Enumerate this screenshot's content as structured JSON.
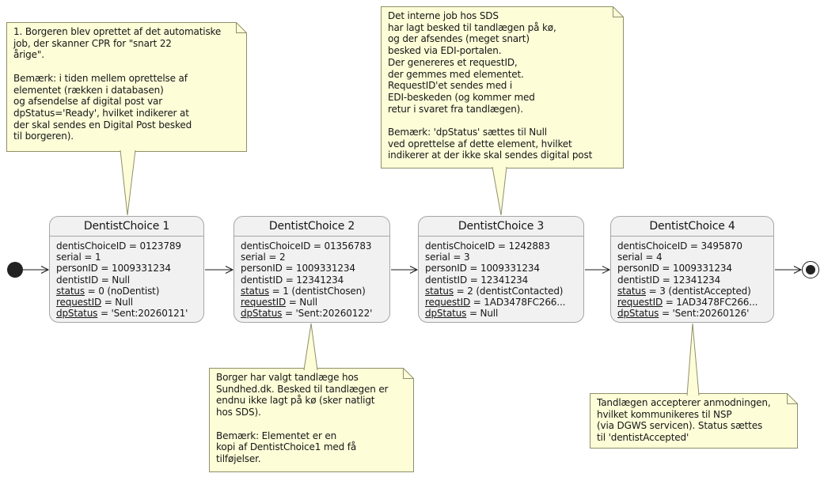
{
  "field_separator": " = ",
  "colors": {
    "note_fill": "#FDFDD8",
    "note_border": "#8F8F6B",
    "state_fill": "#F1F1F1",
    "state_border": "#A6A6A6",
    "line": "#181818"
  },
  "states": [
    {
      "title": "DentistChoice 1",
      "fields": [
        {
          "name": "dentisChoiceID",
          "value": "0123789"
        },
        {
          "name": "serial",
          "value": "1"
        },
        {
          "name": "personID",
          "value": "1009331234"
        },
        {
          "name": "dentistID",
          "value": "Null"
        },
        {
          "name": "status",
          "value": "0 (noDentist)"
        },
        {
          "name": "requestID",
          "value": "Null"
        },
        {
          "name": "dpStatus",
          "value": "'Sent:20260121'"
        }
      ]
    },
    {
      "title": "DentistChoice 2",
      "fields": [
        {
          "name": "dentisChoiceID",
          "value": "01356783"
        },
        {
          "name": "serial",
          "value": "2"
        },
        {
          "name": "personID",
          "value": "1009331234"
        },
        {
          "name": "dentistID",
          "value": "12341234"
        },
        {
          "name": "status",
          "value": "1 (dentistChosen)"
        },
        {
          "name": "requestID",
          "value": "Null"
        },
        {
          "name": "dpStatus",
          "value": "'Sent:20260122'"
        }
      ]
    },
    {
      "title": "DentistChoice 3",
      "fields": [
        {
          "name": "dentisChoiceID",
          "value": "1242883"
        },
        {
          "name": "serial",
          "value": "3"
        },
        {
          "name": "personID",
          "value": "1009331234"
        },
        {
          "name": "dentistID",
          "value": "12341234"
        },
        {
          "name": "status",
          "value": "2 (dentistContacted)"
        },
        {
          "name": "requestID",
          "value": "1AD3478FC266..."
        },
        {
          "name": "dpStatus",
          "value": "Null"
        }
      ]
    },
    {
      "title": "DentistChoice 4",
      "fields": [
        {
          "name": "dentisChoiceID",
          "value": "3495870"
        },
        {
          "name": "serial",
          "value": "4"
        },
        {
          "name": "personID",
          "value": "1009331234"
        },
        {
          "name": "dentistID",
          "value": "12341234"
        },
        {
          "name": "status",
          "value": "3 (dentistAccepted)"
        },
        {
          "name": "requestID",
          "value": "1AD3478FC266..."
        },
        {
          "name": "dpStatus",
          "value": "'Sent:20260126'"
        }
      ]
    }
  ],
  "notes": [
    {
      "lines": [
        "1. Borgeren blev oprettet af det automatiske",
        "job, der skanner CPR for \"snart 22",
        "årige\".",
        "",
        "Bemærk: i tiden mellem oprettelse af",
        "elementet (rækken i databasen)",
        "og afsendelse af digital post var",
        "dpStatus='Ready', hvilket indikerer at",
        "der skal sendes en Digital Post besked",
        "til borgeren)."
      ]
    },
    {
      "lines": [
        "Det interne job hos SDS",
        "har lagt besked til tandlægen på kø,",
        "og der afsendes (meget snart)",
        "besked via EDI-portalen.",
        "Der genereres et requestID,",
        "der gemmes med elementet.",
        "RequestID'et sendes med i",
        "EDI-beskeden (og kommer med",
        "retur i svaret fra tandlægen).",
        "",
        "Bemærk: 'dpStatus' sættes til Null",
        "ved oprettelse af dette element, hvilket",
        "indikerer at der ikke skal sendes digital post"
      ]
    },
    {
      "lines": [
        "Borger har valgt tandlæge hos",
        "Sundhed.dk. Besked til tandlægen er",
        "endnu ikke lagt på kø (sker natligt",
        "hos SDS).",
        "",
        "Bemærk: Elementet er en",
        "kopi af DentistChoice1 med få",
        "tilføjelser."
      ]
    },
    {
      "lines": [
        "Tandlægen accepterer anmodningen,",
        "hvilket kommunikeres til NSP",
        "(via DGWS servicen). Status sættes",
        "til 'dentistAccepted'"
      ]
    }
  ]
}
